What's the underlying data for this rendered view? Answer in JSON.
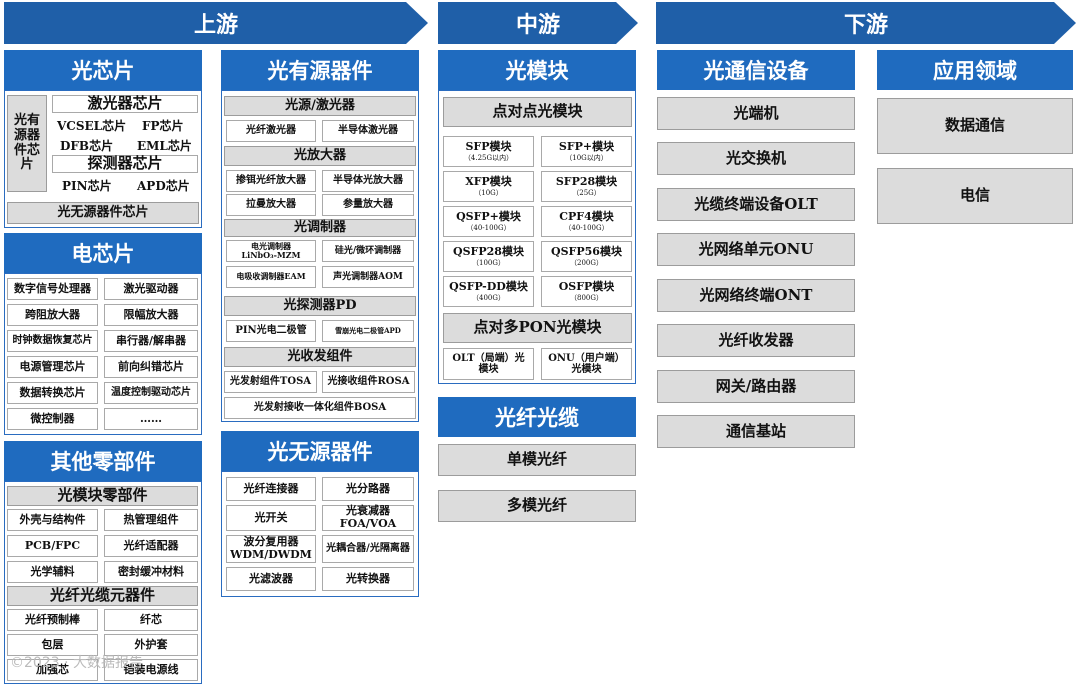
{
  "stages": [
    "上游",
    "中游",
    "下游"
  ],
  "chip": {
    "title": "光芯片",
    "active_label": "光有源器件芯片",
    "laser": "激光器芯片",
    "laser_items": [
      "VCSEL芯片",
      "FP芯片",
      "DFB芯片",
      "EML芯片"
    ],
    "detector": "探测器芯片",
    "detector_items": [
      "PIN芯片",
      "APD芯片"
    ],
    "passive": "光无源器件芯片"
  },
  "elec": {
    "title": "电芯片",
    "items": [
      "数字信号处理器",
      "激光驱动器",
      "跨阻放大器",
      "限幅放大器",
      "时钟数据恢复芯片",
      "串行器/解串器",
      "电源管理芯片",
      "前向纠错芯片",
      "数据转换芯片",
      "温度控制驱动芯片",
      "微控制器",
      "……"
    ]
  },
  "other": {
    "title": "其他零部件",
    "module_parts": "光模块零部件",
    "module_items": [
      "外壳与结构件",
      "热管理组件",
      "PCB/FPC",
      "光纤适配器",
      "光学辅料",
      "密封缓冲材料"
    ],
    "cable_parts": "光纤光缆元器件",
    "cable_items": [
      "光纤预制棒",
      "纤芯",
      "包层",
      "外护套",
      "加强芯",
      "铠装电源线"
    ]
  },
  "active": {
    "title": "光有源器件",
    "light": "光源/激光器",
    "light_items": [
      "光纤激光器",
      "半导体激光器"
    ],
    "amp": "光放大器",
    "amp_items": [
      "掺铒光纤放大器",
      "半导体光放大器",
      "拉曼放大器",
      "参量放大器"
    ],
    "mod": "光调制器",
    "mod_items": [
      "电光调制器",
      "LiNbO₃-MZM",
      "硅光/微环调制器",
      "电吸收调制器EAM",
      "声光调制器AOM"
    ],
    "pd": "光探测器PD",
    "pd_items": [
      "PIN光电二极管",
      "雪崩光电二极管APD"
    ],
    "trx": "光收发组件",
    "trx_items": [
      "光发射组件TOSA",
      "光接收组件ROSA",
      "光发射接收一体化组件BOSA"
    ]
  },
  "passive": {
    "title": "光无源器件",
    "items": [
      "光纤连接器",
      "光分路器",
      "光开关",
      "光衰减器",
      "FOA/VOA",
      "波分复用器",
      "WDM/DWDM",
      "光耦合器/光隔离器",
      "光滤波器",
      "光转换器"
    ]
  },
  "module": {
    "title": "光模块",
    "p2p": "点对点光模块",
    "items": [
      {
        "name": "SFP模块",
        "spec": "（4.25G以内）"
      },
      {
        "name": "SFP+模块",
        "spec": "（10G以内）"
      },
      {
        "name": "XFP模块",
        "spec": "（10G）"
      },
      {
        "name": "SFP28模块",
        "spec": "（25G）"
      },
      {
        "name": "QSFP+模块",
        "spec": "（40-100G）"
      },
      {
        "name": "CPF4模块",
        "spec": "（40-100G）"
      },
      {
        "name": "QSFP28模块",
        "spec": "（100G）"
      },
      {
        "name": "QSFP56模块",
        "spec": "（200G）"
      },
      {
        "name": "QSFP-DD模块",
        "spec": "（400G）"
      },
      {
        "name": "OSFP模块",
        "spec": "（800G）"
      }
    ],
    "pon": "点对多PON光模块",
    "pon_items": [
      "OLT（局端）光",
      "模块",
      "ONU（用户端）",
      "光模块"
    ]
  },
  "fiber": {
    "title": "光纤光缆",
    "items": [
      "单模光纤",
      "多模光纤"
    ]
  },
  "equip": {
    "title": "光通信设备",
    "items": [
      "光端机",
      "光交换机",
      "光缆终端设备OLT",
      "光网络单元ONU",
      "光网络终端ONT",
      "光纤收发器",
      "网关/路由器",
      "通信基站"
    ]
  },
  "app": {
    "title": "应用领域",
    "items": [
      "数据通信",
      "电信"
    ]
  },
  "watermark": "©2023 · 大数据报告"
}
